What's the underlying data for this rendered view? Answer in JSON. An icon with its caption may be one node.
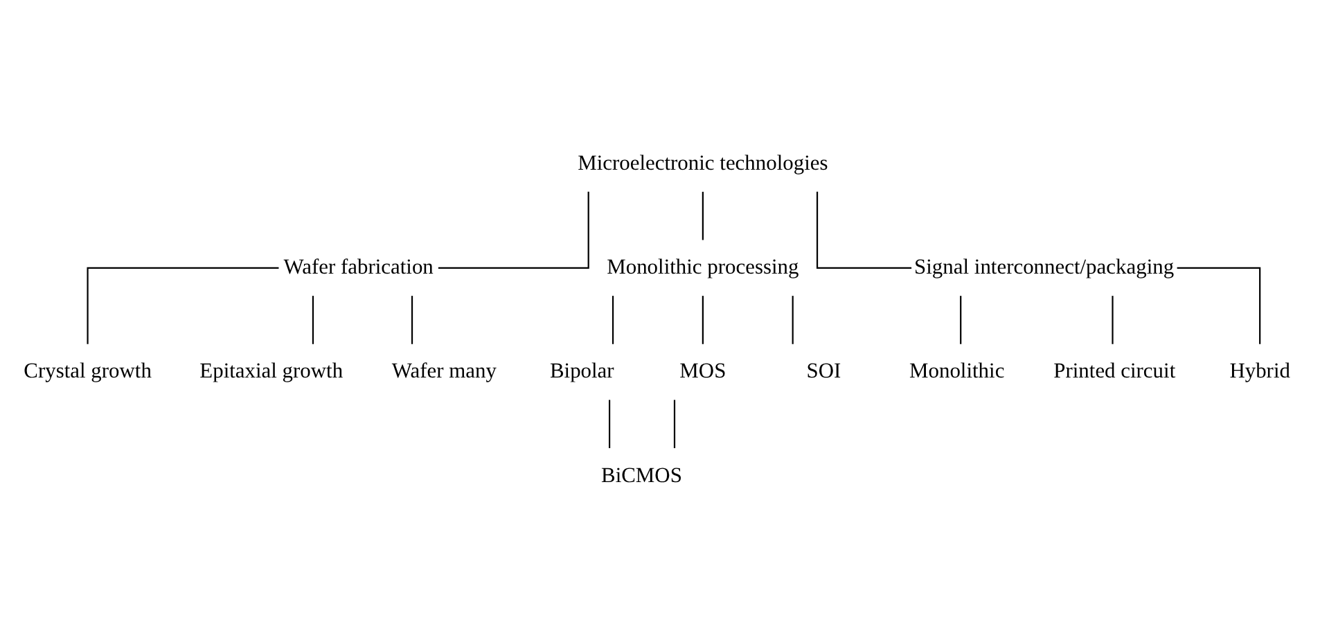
{
  "diagram": {
    "nodes": [
      {
        "text": [
          "Microelectronic technologies"
        ]
      },
      {
        "text": [
          "Wafer fabrication"
        ]
      },
      {
        "text": [
          "Monolithic processing"
        ]
      },
      {
        "text": [
          "Signal interconnect/packaging"
        ]
      },
      {
        "text": [
          "Crystal growth"
        ]
      },
      {
        "text": [
          "Epitaxial growth"
        ]
      },
      {
        "text": [
          "Wafer many"
        ]
      },
      {
        "text": [
          "Bipolar"
        ]
      },
      {
        "text": [
          "MOS"
        ]
      },
      {
        "text": [
          "SOI"
        ]
      },
      {
        "text": [
          "BiCMOS"
        ]
      },
      {
        "text": [
          "Monolithic"
        ]
      },
      {
        "text": [
          "Printed circuit"
        ]
      },
      {
        "text": [
          "Hybrid"
        ]
      }
    ],
    "edges": [
      {
        "from": 0,
        "to": 1,
        "arrow": "none"
      },
      {
        "from": 0,
        "to": 2,
        "arrow": "none"
      },
      {
        "from": 0,
        "to": 3,
        "arrow": "none"
      },
      {
        "from": 1,
        "to": 4,
        "arrow": "none"
      },
      {
        "from": 1,
        "to": 5,
        "arrow": "none"
      },
      {
        "from": 1,
        "to": 6,
        "arrow": "none"
      },
      {
        "from": 2,
        "to": 7,
        "arrow": "none"
      },
      {
        "from": 2,
        "to": 8,
        "arrow": "none"
      },
      {
        "from": 2,
        "to": 9,
        "arrow": "none"
      },
      {
        "from": 7,
        "to": 10,
        "arrow": "none"
      },
      {
        "from": 8,
        "to": 10,
        "arrow": "none"
      },
      {
        "from": 3,
        "to": 11,
        "arrow": "none"
      },
      {
        "from": 3,
        "to": 12,
        "arrow": "none"
      },
      {
        "from": 3,
        "to": 13,
        "arrow": "none"
      }
    ]
  }
}
